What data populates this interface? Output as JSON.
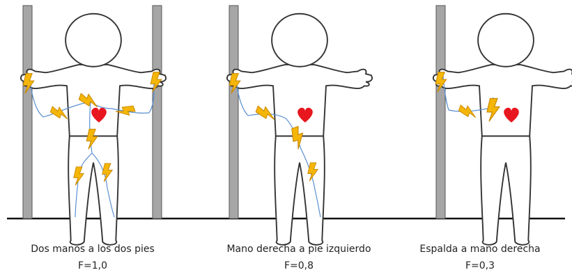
{
  "colors": {
    "wall": "#a6a6a6",
    "wall_stroke": "#555555",
    "body_outline": "#333333",
    "heart": "#e8161e",
    "bolt": "#f5b60a",
    "bolt_stroke": "#c98a00",
    "current_path": "#5b8fd0",
    "ground": "#111111"
  },
  "scenarios": [
    {
      "title": "Dos manos a los dos pies",
      "factor": "F=1,0"
    },
    {
      "title": "Mano derecha a pie izquierdo",
      "factor": "F=0,8"
    },
    {
      "title": "Espalda a mano derecha",
      "factor": "F=0,3"
    }
  ]
}
